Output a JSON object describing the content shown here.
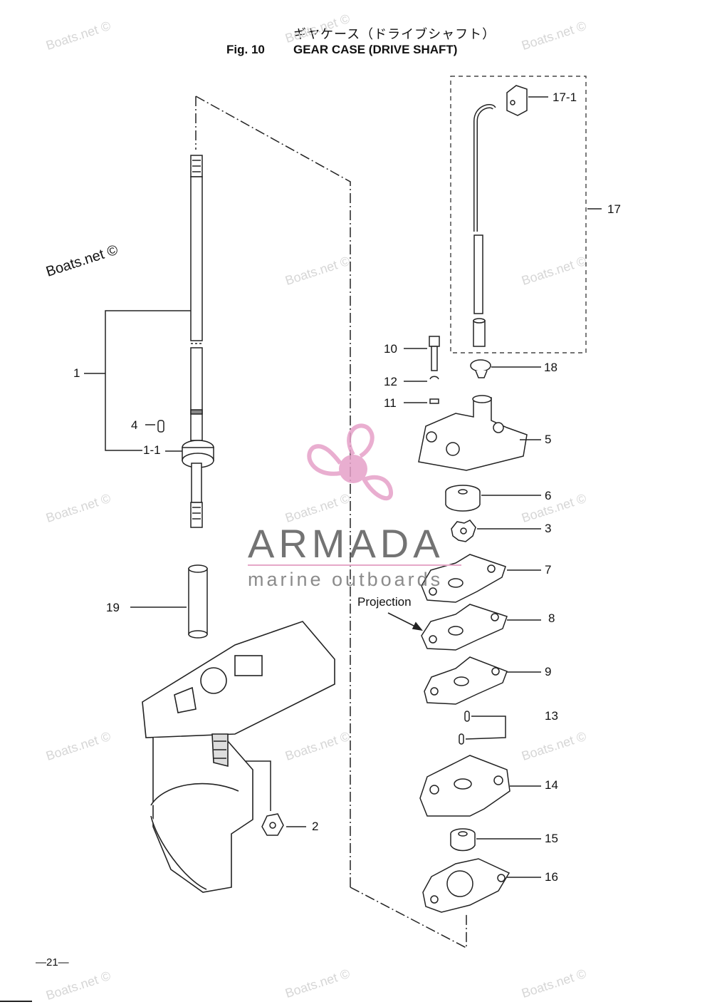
{
  "header": {
    "title_jp": "ギヤケース（ドライブシャフト）",
    "fig_label": "Fig. 10",
    "title": "GEAR CASE (DRIVE SHAFT)"
  },
  "watermark": {
    "text": "Boats.net ©"
  },
  "logo": {
    "name": "ARMADA",
    "tagline": "marine outboards",
    "accent_color": "#e6a0c8"
  },
  "callouts": {
    "c1": "1",
    "c1_1": "1-1",
    "c2": "2",
    "c3": "3",
    "c4": "4",
    "c5": "5",
    "c6": "6",
    "c7": "7",
    "c8": "8",
    "c9": "9",
    "c10": "10",
    "c11": "11",
    "c12": "12",
    "c13": "13",
    "c14": "14",
    "c15": "15",
    "c16": "16",
    "c17": "17",
    "c17_1": "17-1",
    "c18": "18",
    "c19": "19"
  },
  "annotation": {
    "projection": "Projection"
  },
  "footer": {
    "page_number": "—21—"
  }
}
